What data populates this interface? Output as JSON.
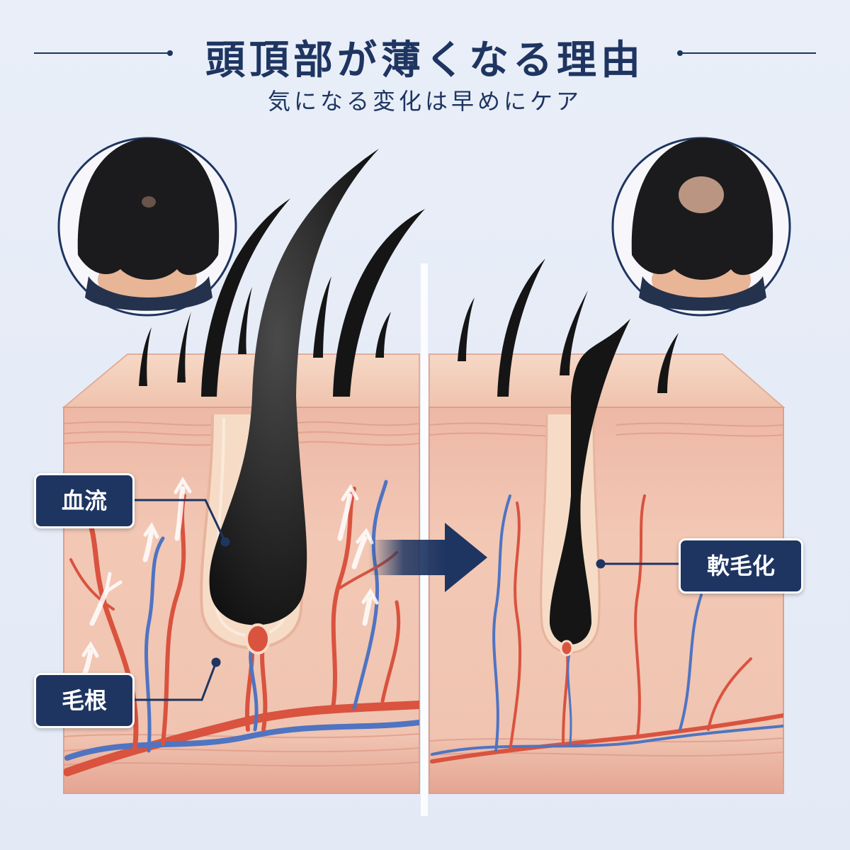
{
  "title": "頭頂部が薄くなる理由",
  "subtitle": "気になる変化は早めにケア",
  "labels": {
    "blood_flow": "血流",
    "hair_root": "毛根",
    "miniaturization": "軟毛化"
  },
  "colors": {
    "navy": "#1e3561",
    "skin": "#f2c9b4",
    "artery": "#d9533f",
    "vein": "#4f74c2",
    "hair": "#151515"
  }
}
